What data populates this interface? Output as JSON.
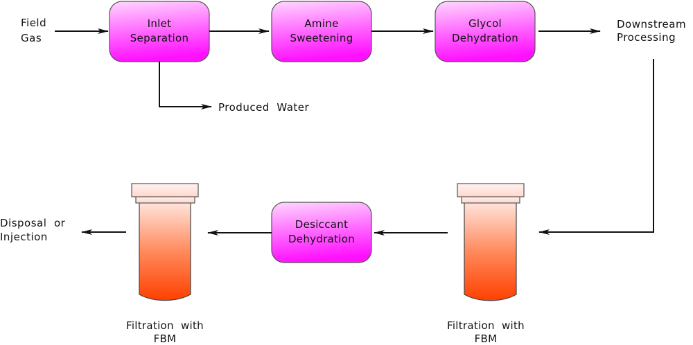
{
  "diagram": {
    "colors": {
      "process_box_top": "#ffd0ff",
      "process_box_bottom": "#ff10ff",
      "filter_top": "#ffe8e0",
      "filter_bottom": "#ff4000",
      "line": "#111111"
    },
    "inputs": {
      "field_gas": [
        "Field",
        "Gas"
      ]
    },
    "process": {
      "inlet_separation": [
        "Inlet",
        "Separation"
      ],
      "amine_sweetening": [
        "Amine",
        "Sweetening"
      ],
      "glycol_dehydration": [
        "Glycol",
        "Dehydration"
      ],
      "desiccant_dehydration": [
        "Desiccant",
        "Dehydration"
      ]
    },
    "outputs": {
      "downstream_processing": [
        "Downstream",
        "Processing"
      ],
      "produced_water": "Produced  Water",
      "disposal_or_injection": [
        "Disposal  or",
        "Injection"
      ]
    },
    "filters": {
      "filter_right": [
        "Filtration  with",
        "FBM"
      ],
      "filter_left": [
        "Filtration  with",
        "FBM"
      ]
    }
  }
}
